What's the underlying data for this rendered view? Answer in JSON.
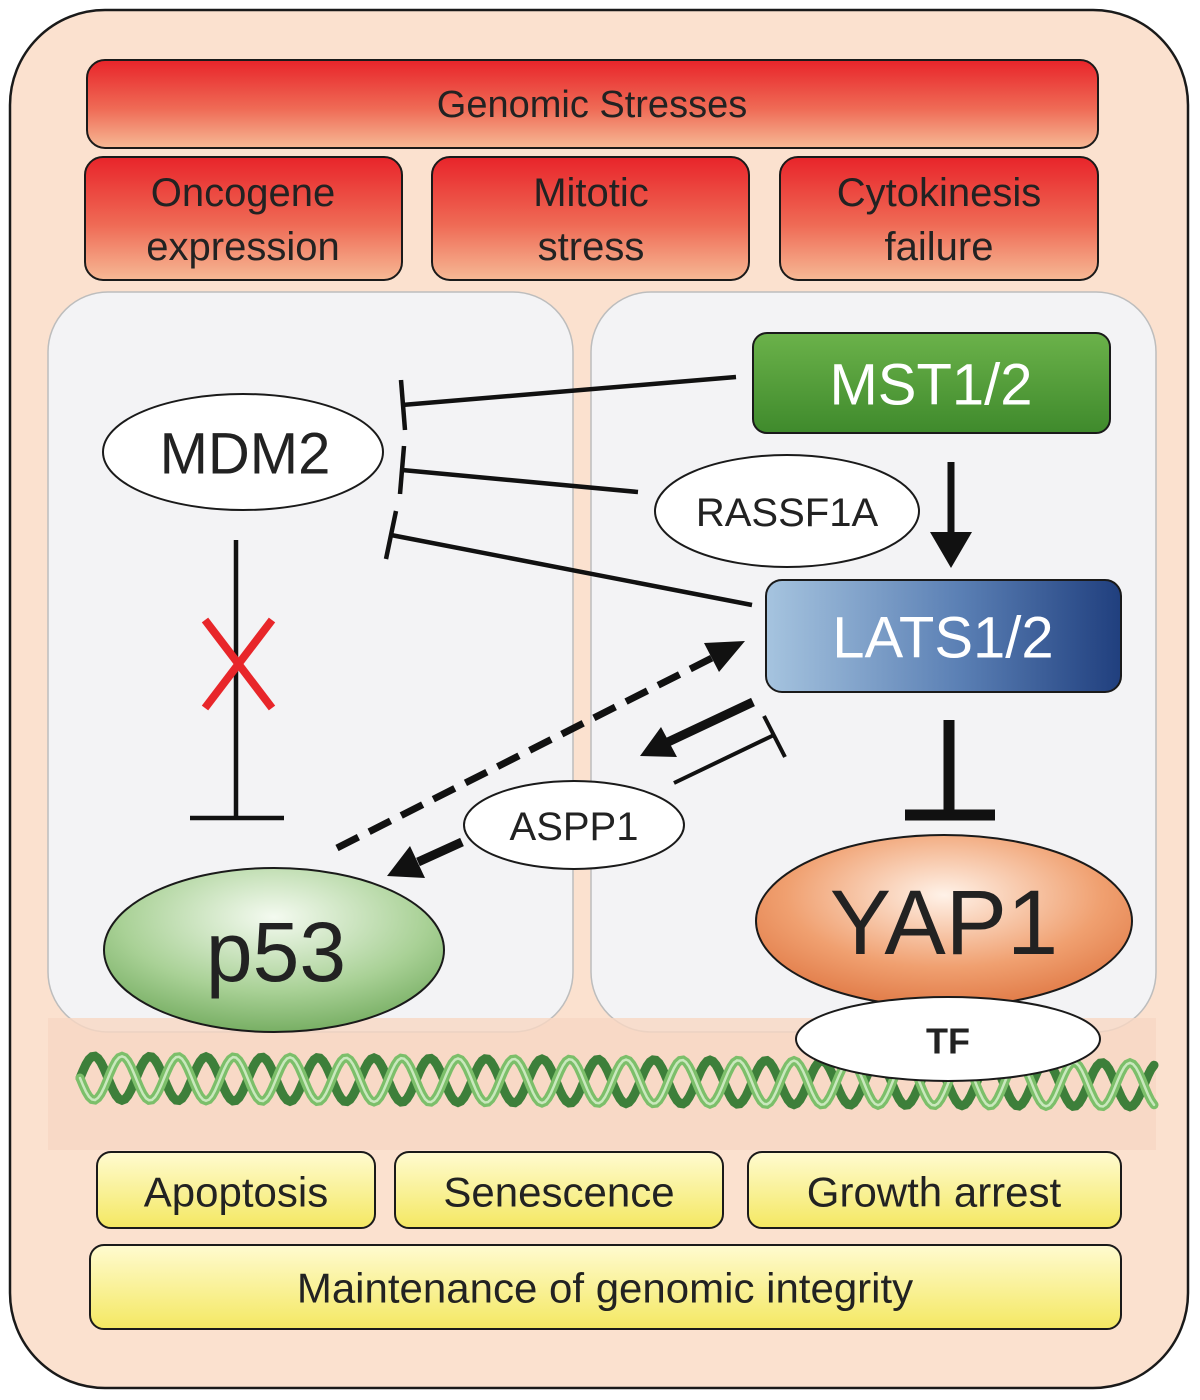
{
  "stresses": {
    "header": "Genomic Stresses",
    "items": [
      {
        "line1": "Oncogene",
        "line2": "expression"
      },
      {
        "line1": "Mitotic",
        "line2": "stress"
      },
      {
        "line1": "Cytokinesis",
        "line2": "failure"
      }
    ]
  },
  "nodes": {
    "mdm2": "MDM2",
    "p53": "p53",
    "mst": "MST1/2",
    "rassf1a": "RASSF1A",
    "lats": "LATS1/2",
    "aspp1": "ASPP1",
    "yap1": "YAP1",
    "tf": "TF"
  },
  "outcomes": {
    "items": [
      "Apoptosis",
      "Senescence",
      "Growth arrest"
    ],
    "bottom": "Maintenance of genomic integrity"
  },
  "colors": {
    "cell_fill": "#fbe1cf",
    "panel_fill": "#f3f3f5",
    "stress_red": "#e8262a",
    "outcome_yellow": "#f6ec70",
    "mst_green": "#5aa23c",
    "lats_blue": "#2b4b8c",
    "yap_orange": "#e68752",
    "p53_green": "#8fc17c",
    "inhibit_x": "#e8262a"
  }
}
